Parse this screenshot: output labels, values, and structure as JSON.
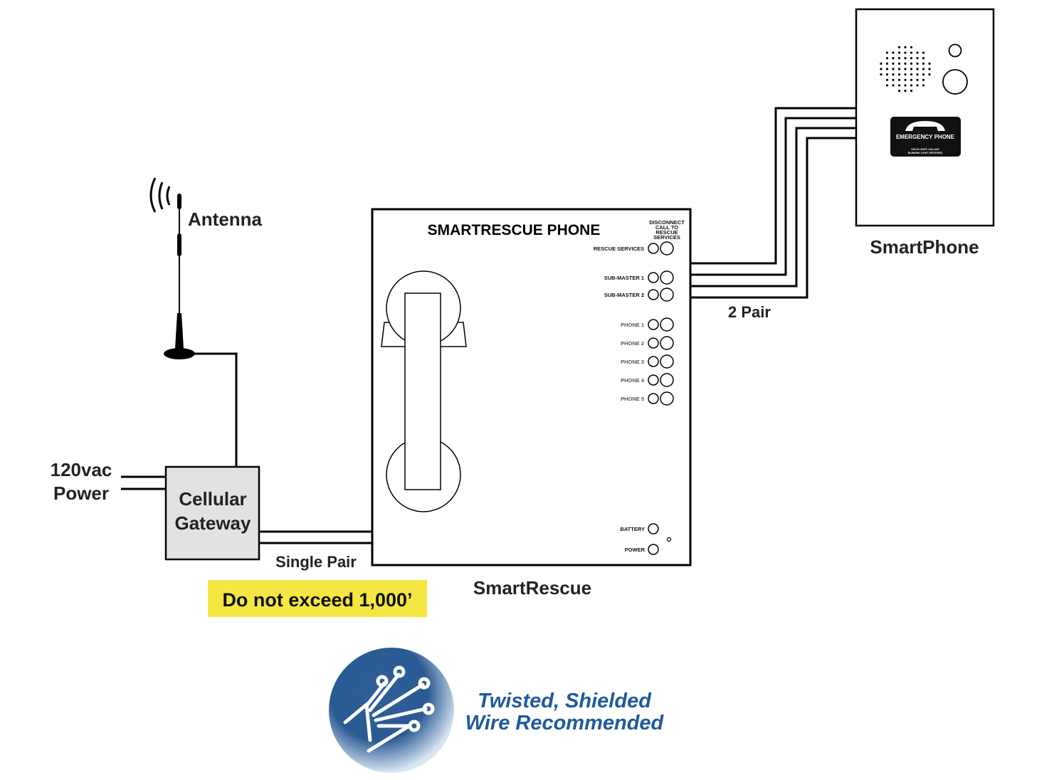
{
  "antenna": {
    "label": "Antenna"
  },
  "power": {
    "line1": "120vac",
    "line2": "Power"
  },
  "gateway": {
    "line1": "Cellular",
    "line2": "Gateway"
  },
  "single_pair": "Single Pair",
  "warning": {
    "text": "Do not exceed 1,000’",
    "color": "#f5e642"
  },
  "smartrescue": {
    "title": "SMARTRESCUE PHONE",
    "caption": "SmartRescue",
    "disconnect": [
      "DISCONNECT",
      "CALL TO",
      "RESCUE",
      "SERVICES"
    ],
    "rescue_services": "RESCUE SERVICES",
    "sub_masters": [
      "SUB-MASTER 1",
      "SUB-MASTER  2"
    ],
    "phones": [
      "PHONE 1",
      "PHONE 2",
      "PHONE 3",
      "PHONE 4",
      "PHONE 5"
    ],
    "battery": "BATTERY",
    "power": "POWER"
  },
  "two_pair": "2 Pair",
  "smartphone": {
    "caption": "SmartPhone",
    "plate_title": "EMERGENCY PHONE",
    "plate_line1": "SOLID LIGHT: CALLING",
    "plate_line2": "BLINKING LIGHT: RECEIVED"
  },
  "badge": {
    "line1": "Twisted, Shielded",
    "line2": "Wire Recommended",
    "text_color": "#1e5a9c"
  }
}
